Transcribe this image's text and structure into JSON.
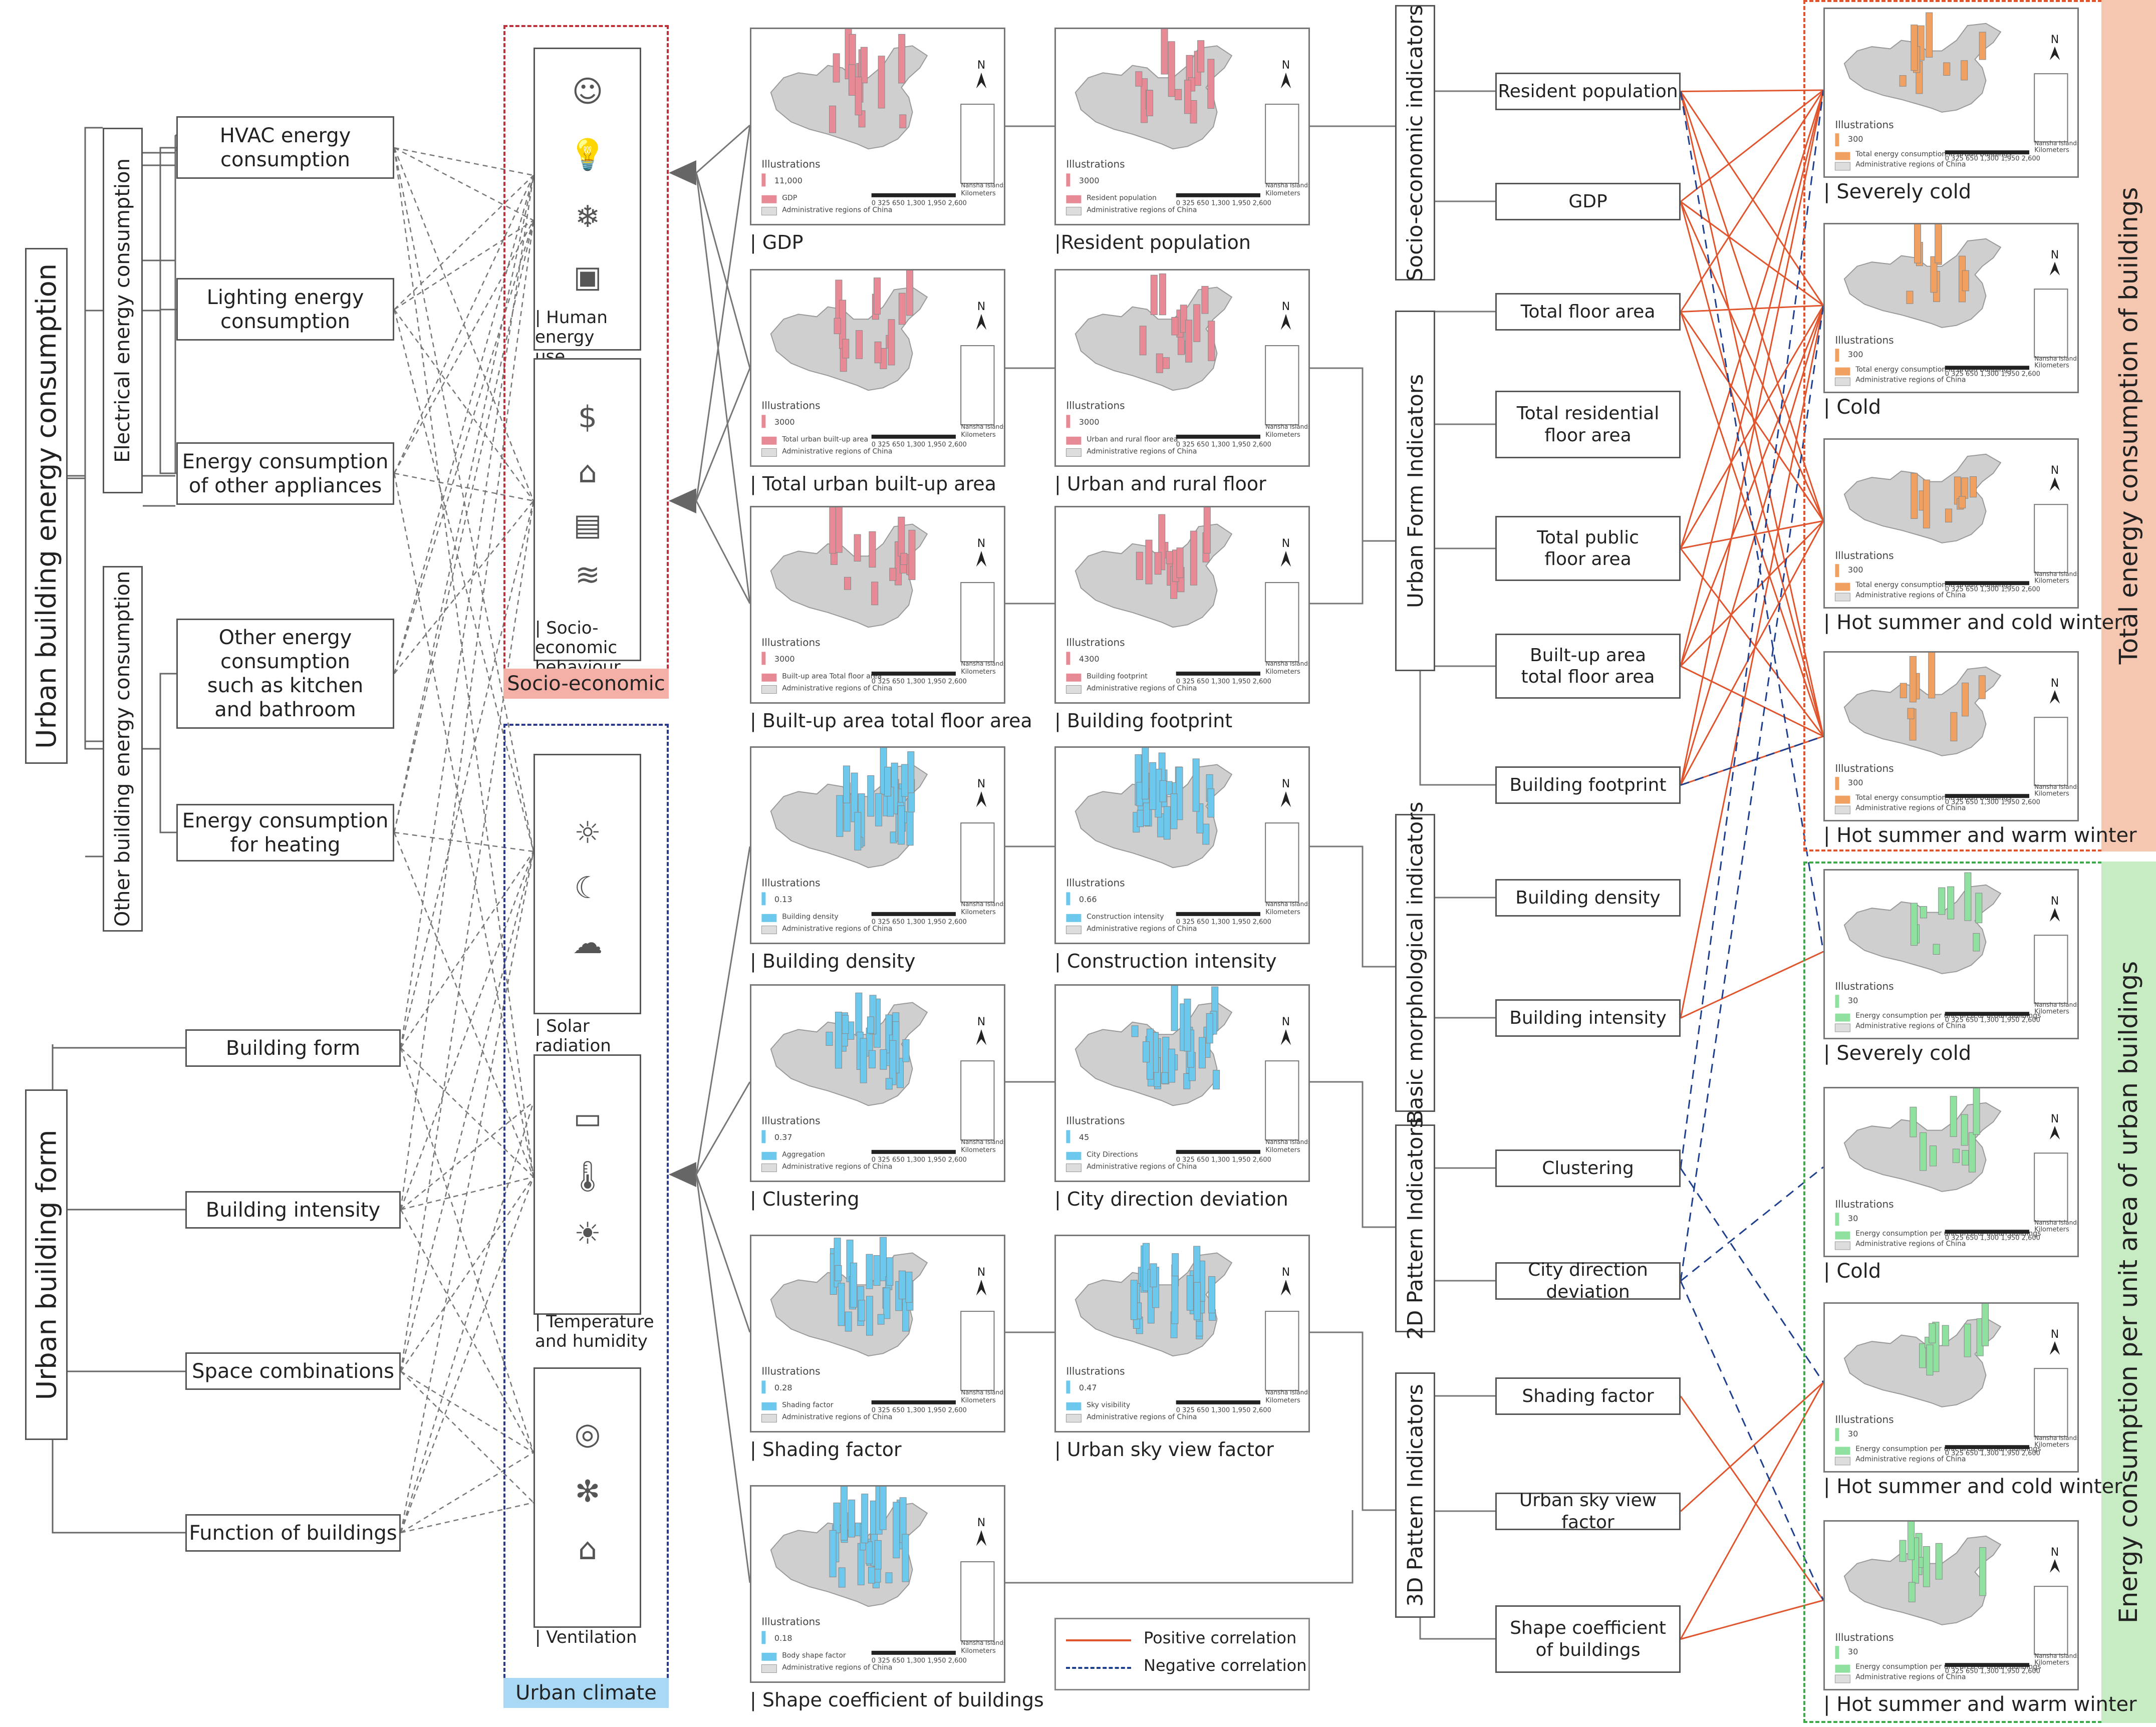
{
  "left_tree": {
    "root": "Urban building energy consumption",
    "elec": "Electrical energy consumption",
    "other": "Other building energy consumption",
    "items": [
      "HVAC energy\nconsumption",
      "Lighting energy\nconsumption",
      "Energy consumption\nof other appliances",
      "Other energy\nconsumption\nsuch as kitchen\nand bathroom",
      "Energy consumption\nfor heating"
    ]
  },
  "form_tree": {
    "root": "Urban building form",
    "items": [
      "Building form",
      "Building intensity",
      "Space combinations",
      "Function of buildings"
    ]
  },
  "panels": {
    "human": "| Human energy\nuse behaviour",
    "socio": "| Socio-economic\nbehaviour",
    "socio_tag": "Socio-economic",
    "solar": "| Solar radiation",
    "temp": "| Temperature\nand humidity",
    "vent": "| Ventilation",
    "climate_tag": "Urban climate"
  },
  "maps": {
    "captions": [
      "| GDP",
      "|Resident population",
      "| Total urban built-up area",
      "| Urban and rural floor",
      "| Built-up area total floor area",
      "| Building footprint",
      "| Building density",
      "| Construction intensity",
      "| Clustering",
      "| City direction deviation",
      "| Shading factor",
      "| Urban sky view factor",
      "| Shape coefficient of buildings"
    ],
    "illustrations": "Illustrations",
    "admin": "Administrative regions of China",
    "scale": "0 325 650   1,300   1,950   2,600",
    "km": "Kilometers",
    "nansha": "Nansha Islands",
    "north": "N",
    "legend_values": [
      "11,000",
      "3000",
      "3000",
      "3000",
      "3000",
      "4300",
      "0.13",
      "0.66",
      "0.37",
      "45",
      "0.28",
      "0.47",
      "0.18"
    ],
    "legend_names": [
      "GDP",
      "Resident population",
      "Total urban built-up area",
      "Urban and rural floor area",
      "Built-up area Total floor area",
      "Building footprint",
      "Building density",
      "Construction intensity",
      "Aggregation",
      "City Directions",
      "Shading factor",
      "Sky visibility",
      "Body shape factor"
    ]
  },
  "indicator_groups": {
    "socio": "Socio-economic indicators",
    "urban_form": "Urban Form Indicators",
    "basic": "Basic morphological indicators",
    "pattern2d": "2D Pattern Indicators",
    "pattern3d": "3D Pattern Indicators"
  },
  "indicators": [
    "Resident population",
    "GDP",
    "Total floor area",
    "Total residential\nfloor area",
    "Total  public\nfloor area",
    "Built-up area\ntotal floor area",
    "Building footprint",
    "Building density",
    "Building intensity",
    "Clustering",
    "City direction deviation",
    "Shading factor",
    "Urban sky view factor",
    "Shape coefficient\nof buildings"
  ],
  "right_total": {
    "title": "Total energy consumption of buildings",
    "captions": [
      "| Severely cold",
      "| Cold",
      "| Hot summer and cold winter",
      "| Hot summer and warm winter"
    ],
    "legend_name": "Total energy consumption\nin urban buildings",
    "legend_value": "300"
  },
  "right_unit": {
    "title": "Energy consumption per unit area of urban buildings",
    "captions": [
      "| Severely cold",
      "| Cold",
      "| Hot summer and cold winter",
      "| Hot summer and warm winter"
    ],
    "legend_name": "Energy consumption per\nunit area of urban buildings",
    "legend_value": "30"
  },
  "legend": {
    "positive": "Positive correlation",
    "negative": "Negative correlation"
  },
  "colors": {
    "positive": "#e0552d",
    "negative": "#1f3f8f",
    "socio_tag": "#f4b0a6",
    "climate_tag": "#a8d8f4",
    "total_sidebar": "#f6c7b0",
    "unit_sidebar": "#c7ecc3",
    "socio_frame": "#c0303a",
    "climate_frame": "#2a3a8f",
    "total_frame": "#e0552d",
    "unit_frame": "#3ea84a",
    "bar_red": "#e88a95",
    "bar_blue": "#6cc8ec",
    "bar_orange": "#f0a060",
    "bar_green": "#90e0a0"
  }
}
